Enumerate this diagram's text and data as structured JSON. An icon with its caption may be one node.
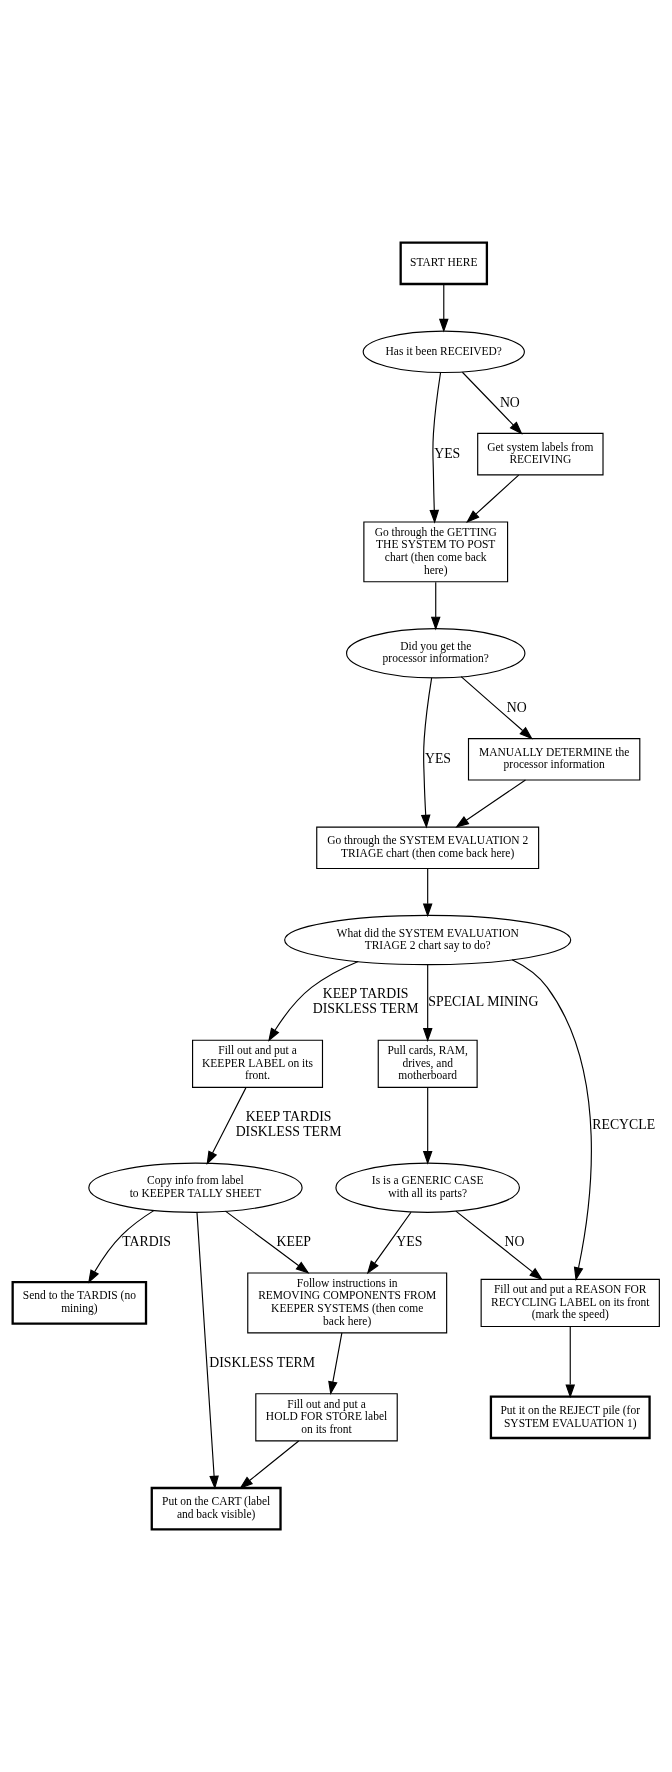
{
  "diagram": {
    "nodes": [
      {
        "text": [
          "START HERE"
        ]
      },
      {
        "text": [
          "Has it been RECEIVED?"
        ]
      },
      {
        "text": [
          "Get system labels from RECEIVING"
        ]
      },
      {
        "text": [
          "Go through the GETTING THE SYSTEM TO POST chart (then come back here)"
        ]
      },
      {
        "text": [
          "Did you get the processor information?"
        ]
      },
      {
        "text": [
          "MANUALLY DETERMINE the processor information"
        ]
      },
      {
        "text": [
          "Go through the SYSTEM EVALUATION 2 TRIAGE chart (then come back here)"
        ]
      },
      {
        "text": [
          "What did the SYSTEM EVALUATION TRIAGE 2 chart say to do?"
        ]
      },
      {
        "text": [
          "Fill out and put a KEEPER LABEL on its front."
        ]
      },
      {
        "text": [
          "Pull cards, RAM, drives, and motherboard"
        ]
      },
      {
        "text": [
          "Copy info from label to KEEPER TALLY SHEET"
        ]
      },
      {
        "text": [
          "Is is a GENERIC CASE with all its parts?"
        ]
      },
      {
        "text": [
          "Send to the TARDIS (no mining)"
        ]
      },
      {
        "text": [
          "Follow instructions in REMOVING COMPONENTS FROM KEEPER SYSTEMS (then come back here)"
        ]
      },
      {
        "text": [
          "Fill out and put a REASON FOR RECYCLING LABEL on its front (mark the speed)"
        ]
      },
      {
        "text": [
          "Fill out and put a HOLD FOR STORE label on its front"
        ]
      },
      {
        "text": [
          "Put it on the REJECT pile (for SYSTEM EVALUATION 1)"
        ]
      },
      {
        "text": [
          "Put on the CART (label and back visible)"
        ]
      }
    ],
    "edges": [
      {
        "from": 0,
        "to": 1,
        "arrow": "to"
      },
      {
        "from": 1,
        "to": 3,
        "arrow": "to",
        "label": "YES"
      },
      {
        "from": 1,
        "to": 2,
        "arrow": "to",
        "label": "NO"
      },
      {
        "from": 2,
        "to": 3,
        "arrow": "to"
      },
      {
        "from": 3,
        "to": 4,
        "arrow": "to"
      },
      {
        "from": 4,
        "to": 6,
        "arrow": "to",
        "label": "YES"
      },
      {
        "from": 4,
        "to": 5,
        "arrow": "to",
        "label": "NO"
      },
      {
        "from": 5,
        "to": 6,
        "arrow": "to"
      },
      {
        "from": 6,
        "to": 7,
        "arrow": "to"
      },
      {
        "from": 7,
        "to": 8,
        "arrow": "to",
        "label": "KEEP TARDIS DISKLESS TERM"
      },
      {
        "from": 7,
        "to": 9,
        "arrow": "to",
        "label": "SPECIAL MINING"
      },
      {
        "from": 7,
        "to": 14,
        "arrow": "to",
        "label": "RECYCLE"
      },
      {
        "from": 8,
        "to": 10,
        "arrow": "to",
        "label": "KEEP TARDIS DISKLESS TERM"
      },
      {
        "from": 9,
        "to": 11,
        "arrow": "to"
      },
      {
        "from": 10,
        "to": 12,
        "arrow": "to",
        "label": "TARDIS"
      },
      {
        "from": 10,
        "to": 13,
        "arrow": "to",
        "label": "KEEP"
      },
      {
        "from": 10,
        "to": 17,
        "arrow": "to",
        "label": "DISKLESS TERM"
      },
      {
        "from": 11,
        "to": 13,
        "arrow": "to",
        "label": "YES"
      },
      {
        "from": 11,
        "to": 14,
        "arrow": "to",
        "label": "NO"
      },
      {
        "from": 13,
        "to": 15,
        "arrow": "to"
      },
      {
        "from": 14,
        "to": 16,
        "arrow": "to"
      },
      {
        "from": 15,
        "to": 17,
        "arrow": "to"
      }
    ]
  }
}
